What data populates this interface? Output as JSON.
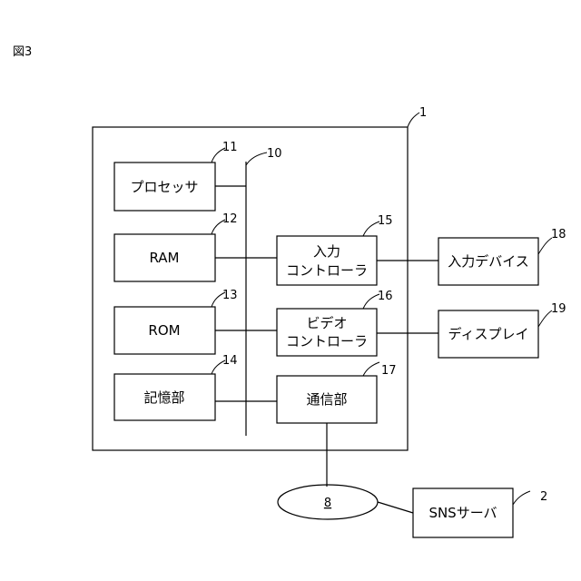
{
  "figure_label": "図3",
  "references": {
    "device": "1",
    "sns_server": "2",
    "network": "8",
    "bus": "10",
    "processor": "11",
    "ram": "12",
    "rom": "13",
    "storage": "14",
    "input_controller": "15",
    "video_controller": "16",
    "comm_unit": "17",
    "input_device": "18",
    "display": "19"
  },
  "labels": {
    "processor": "プロセッサ",
    "ram": "RAM",
    "rom": "ROM",
    "storage": "記憶部",
    "input_controller_line1": "入力",
    "input_controller_line2": "コントローラ",
    "video_controller_line1": "ビデオ",
    "video_controller_line2": "コントローラ",
    "comm_unit": "通信部",
    "input_device": "入力デバイス",
    "display": "ディスプレイ",
    "sns_server": "SNSサーバ"
  }
}
